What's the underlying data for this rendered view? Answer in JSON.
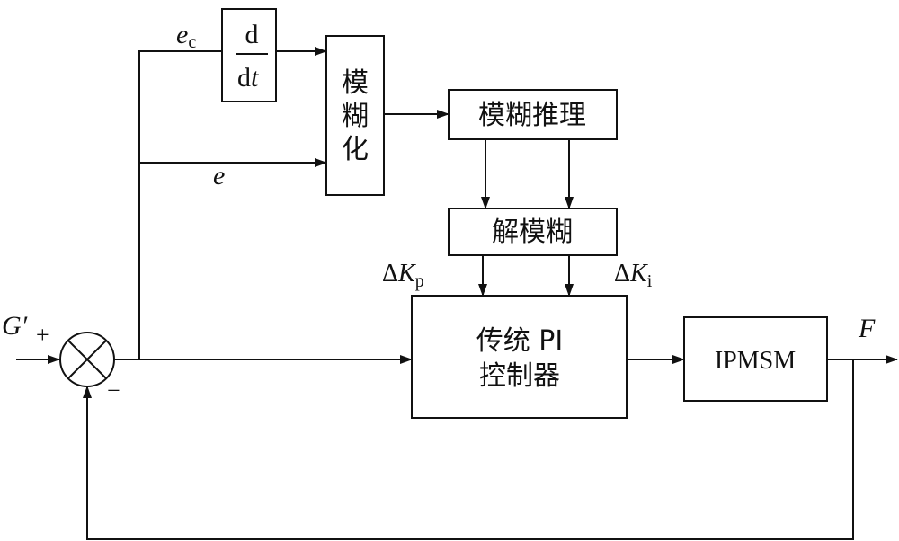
{
  "blocks": {
    "derivative": {
      "numerator": "d",
      "denominator_d": "d",
      "denominator_t": "t"
    },
    "fuzzify": {
      "line1": "模",
      "line2": "糊",
      "line3": "化"
    },
    "inference": {
      "label": "模糊推理"
    },
    "defuzzify": {
      "label": "解模糊"
    },
    "pi": {
      "line1": "传统 PI",
      "line2": "控制器"
    },
    "motor": {
      "label": "IPMSM"
    }
  },
  "signals": {
    "reference": "G′",
    "plus_sign": "+",
    "minus_sign": "−",
    "error_rate_main": "e",
    "error_rate_sub": "c",
    "error": "e",
    "delta_kp_delta": "Δ",
    "delta_kp_main": "K",
    "delta_kp_sub": "p",
    "delta_ki_delta": "Δ",
    "delta_ki_main": "K",
    "delta_ki_sub": "i",
    "output": "F"
  }
}
